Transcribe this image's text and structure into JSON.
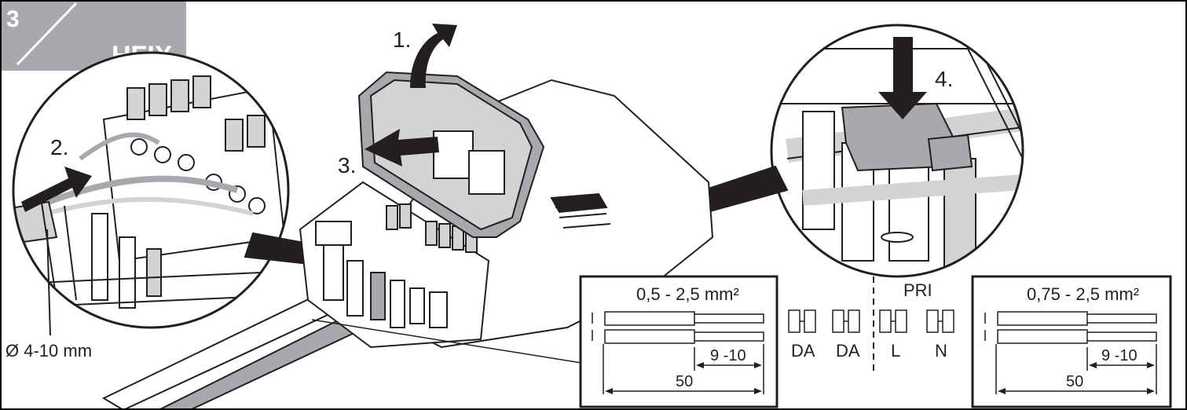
{
  "header": {
    "step_number": "3",
    "product_name": "HFIX",
    "badge_color": "#a7a9ac",
    "badge_text_color": "#ffffff"
  },
  "steps": {
    "step1": "1.",
    "step2": "2.",
    "step3": "3.",
    "step4": "4."
  },
  "cable_diameter": "Ø 4-10 mm",
  "wire_left": {
    "cross_section": "0,5 - 2,5 mm²",
    "strip_length": "9 -10",
    "sheath_length": "50"
  },
  "wire_right": {
    "cross_section": "0,75 - 2,5 mm²",
    "strip_length": "9 -10",
    "sheath_length": "50"
  },
  "terminals": {
    "primary_label": "PRI",
    "labels": [
      "DA",
      "DA",
      "L",
      "N"
    ]
  },
  "colors": {
    "line": "#231f20",
    "housing_gray": "#a7a9ac",
    "light_gray": "#d1d3d4"
  }
}
